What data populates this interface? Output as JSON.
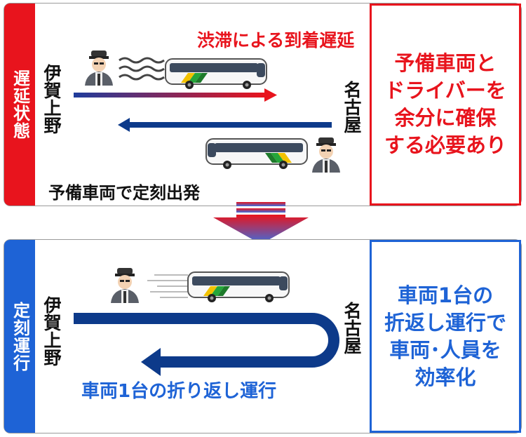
{
  "top": {
    "side_label": "遅延状態",
    "origin": "伊賀上野",
    "destination": "名古屋",
    "delay_caption": "渋滞による到着遅延",
    "spare_caption": "予備車両で定刻出発",
    "note": "予備車両と\nドライバーを\n余分に確保\nする必要あり"
  },
  "bottom": {
    "side_label": "定刻運行",
    "origin": "伊賀上野",
    "destination": "名古屋",
    "route_caption": "車両1台の折り返し運行",
    "note": "車両1台の\n折返し運行で\n車両･人員を\n効率化"
  },
  "colors": {
    "red": "#e8141d",
    "blue": "#1e63d6",
    "navy": "#0d3a8a"
  }
}
